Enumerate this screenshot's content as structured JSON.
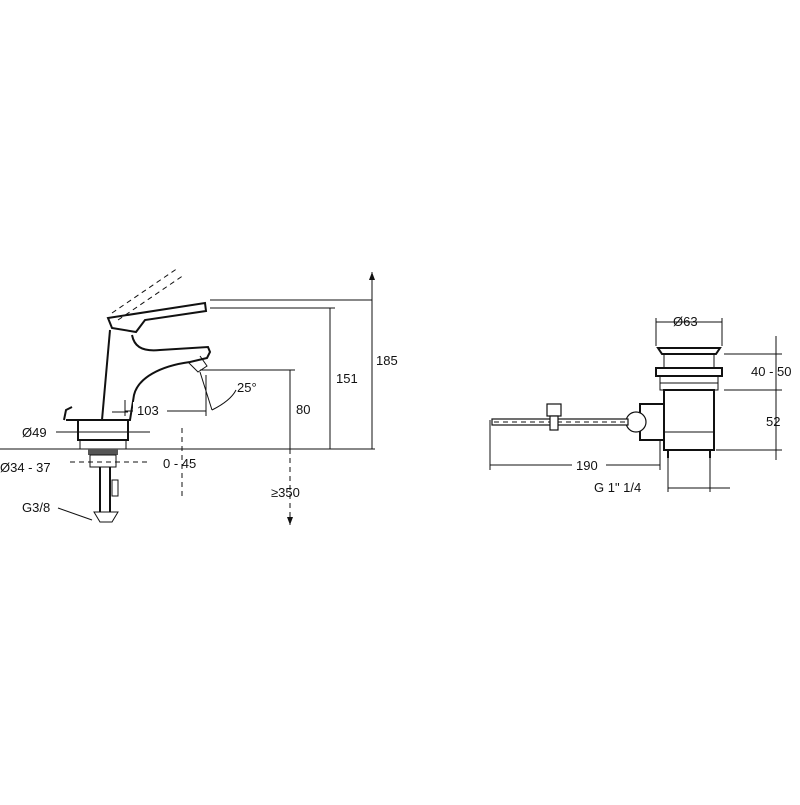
{
  "faucet": {
    "dim_height_total": "185",
    "dim_height_spout_top": "151",
    "dim_height_outlet": "80",
    "dim_reach": "103",
    "dim_angle": "25°",
    "dim_base_diameter": "Ø49",
    "dim_hole_diameter": "Ø34 - 37",
    "dim_deck_thickness": "0 - 45",
    "dim_hose_length": "≥350",
    "dim_thread": "G3/8"
  },
  "drain": {
    "dim_cap_diameter": "Ø63",
    "dim_adjust_range": "40 - 50",
    "dim_body_height": "52",
    "dim_rod_length": "190",
    "dim_thread": "G 1\" 1/4"
  }
}
